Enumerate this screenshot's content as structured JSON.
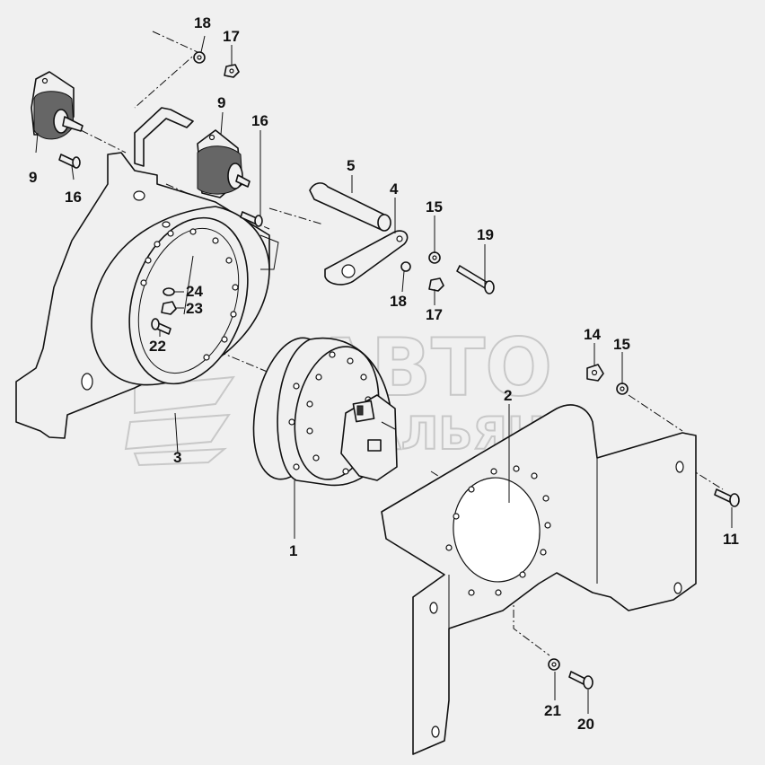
{
  "watermark": {
    "line1": "АВТО",
    "line2": "АЛЬЯНС"
  },
  "callouts": {
    "p1": "1",
    "p2": "2",
    "p3": "3",
    "p4": "4",
    "p5": "5",
    "p9a": "9",
    "p9b": "9",
    "p11": "11",
    "p14": "14",
    "p15a": "15",
    "p15b": "15",
    "p16a": "16",
    "p16b": "16",
    "p17a": "17",
    "p17b": "17",
    "p18a": "18",
    "p18b": "18",
    "p19": "19",
    "p20": "20",
    "p21": "21",
    "p22": "22",
    "p23": "23",
    "p24": "24"
  },
  "colors": {
    "background": "#f0f0f0",
    "line": "#111111",
    "watermark": "#c8c8c8"
  }
}
